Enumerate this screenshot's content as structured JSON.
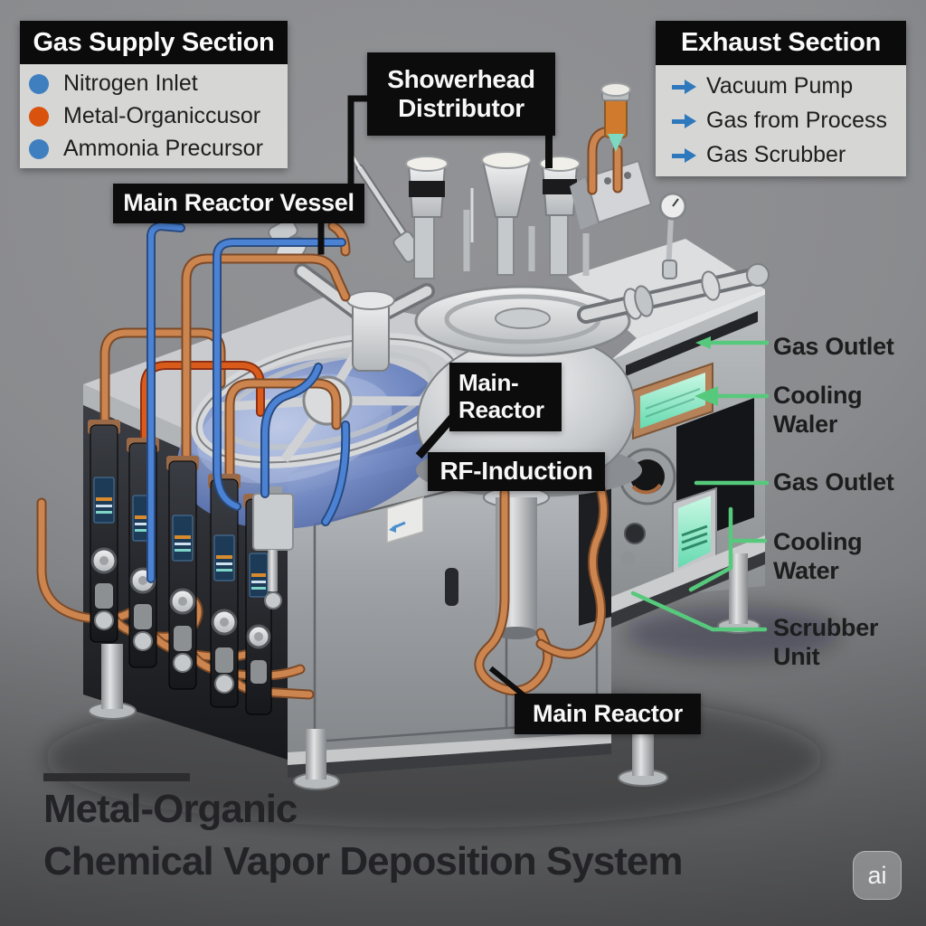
{
  "gas_supply_legend": {
    "title": "Gas Supply Section",
    "items": [
      {
        "icon": "dot-icon",
        "color": "#3f7fc0",
        "label": "Nitrogen Inlet"
      },
      {
        "icon": "dot-icon",
        "color": "#d9530f",
        "label": "Metal-Organiccusor"
      },
      {
        "icon": "dot-icon",
        "color": "#3f7fc0",
        "label": "Ammonia Precursor"
      }
    ]
  },
  "exhaust_legend": {
    "title": "Exhaust Section",
    "items": [
      {
        "icon": "arrow-right-icon",
        "color": "#2e78bd",
        "label": "Vacuum Pump"
      },
      {
        "icon": "arrow-right-icon",
        "color": "#2e78bd",
        "label": "Gas from Process"
      },
      {
        "icon": "arrow-right-icon",
        "color": "#2e78bd",
        "label": "Gas Scrubber"
      }
    ]
  },
  "callouts": {
    "showerhead_line1": "Showerhead",
    "showerhead_line2": "Distributor",
    "main_reactor_vessel": "Main Reactor Vessel",
    "main_reactor_mid_line1": "Main-",
    "main_reactor_mid_line2": "Reactor",
    "rf_induction": "RF-Induction",
    "main_reactor_bottom": "Main Reactor"
  },
  "side_labels": {
    "gas_outlet_top": "Gas Outlet",
    "cooling_water_mid_l1": "Cooling",
    "cooling_water_mid_l2": "Waler",
    "gas_outlet_mid": "Gas Outlet",
    "cooling_water_low_l1": "Cooling",
    "cooling_water_low_l2": "Water",
    "scrubber_l1": "Scrubber",
    "scrubber_l2": "Unit"
  },
  "title": {
    "line1": "Metal-Organic",
    "line2": "Chemical Vapor Deposition System"
  },
  "watermark": "ai",
  "colors": {
    "annotation_green": "#57c97c",
    "legend_arrow_blue": "#2e78bd",
    "dot_blue": "#3f7fc0",
    "dot_orange": "#d9530f",
    "pipe_copper": "#cd8550",
    "pipe_blue": "#4b82d4",
    "dome_blue": "#5f79bd",
    "screen_teal": "#7fe4c4",
    "callout_bg": "#0c0c0d",
    "callout_text": "#f8f8f8"
  }
}
